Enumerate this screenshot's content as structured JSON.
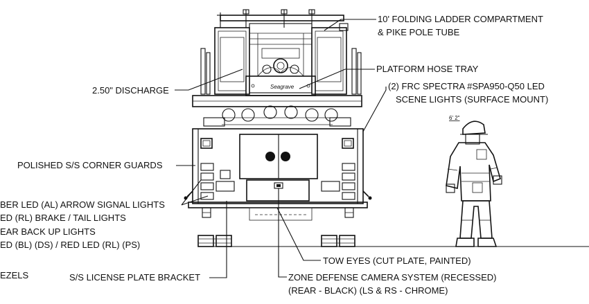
{
  "diagram": {
    "labels": {
      "ladder_line1": "10' FOLDING LADDER COMPARTMENT",
      "ladder_line2": "& PIKE POLE TUBE",
      "hose_tray": "PLATFORM HOSE TRAY",
      "discharge": "2.50\" DISCHARGE",
      "scene_line1": "(2) FRC SPECTRA #SPA950-Q50 LED",
      "scene_line2": "SCENE LIGHTS (SURFACE MOUNT)",
      "height_note": "6' 2\"",
      "corner_guards": "POLISHED S/S CORNER GUARDS",
      "signal_line1": "BER LED (AL) ARROW SIGNAL LIGHTS",
      "signal_line2": "ED (RL) BRAKE / TAIL LIGHTS",
      "signal_line3": "EAR BACK UP LIGHTS",
      "signal_line4": "ED (BL) (DS) / RED LED (RL) (PS)",
      "bezels": "EZELS",
      "license_bracket": "S/S LICENSE PLATE BRACKET",
      "tow_eyes": "TOW EYES (CUT PLATE, PAINTED)",
      "camera_line1": "ZONE DEFENSE CAMERA SYSTEM (RECESSED)",
      "camera_line2": "(REAR - BLACK) (LS & RS - CHROME)",
      "badge": "Seagrave"
    }
  }
}
